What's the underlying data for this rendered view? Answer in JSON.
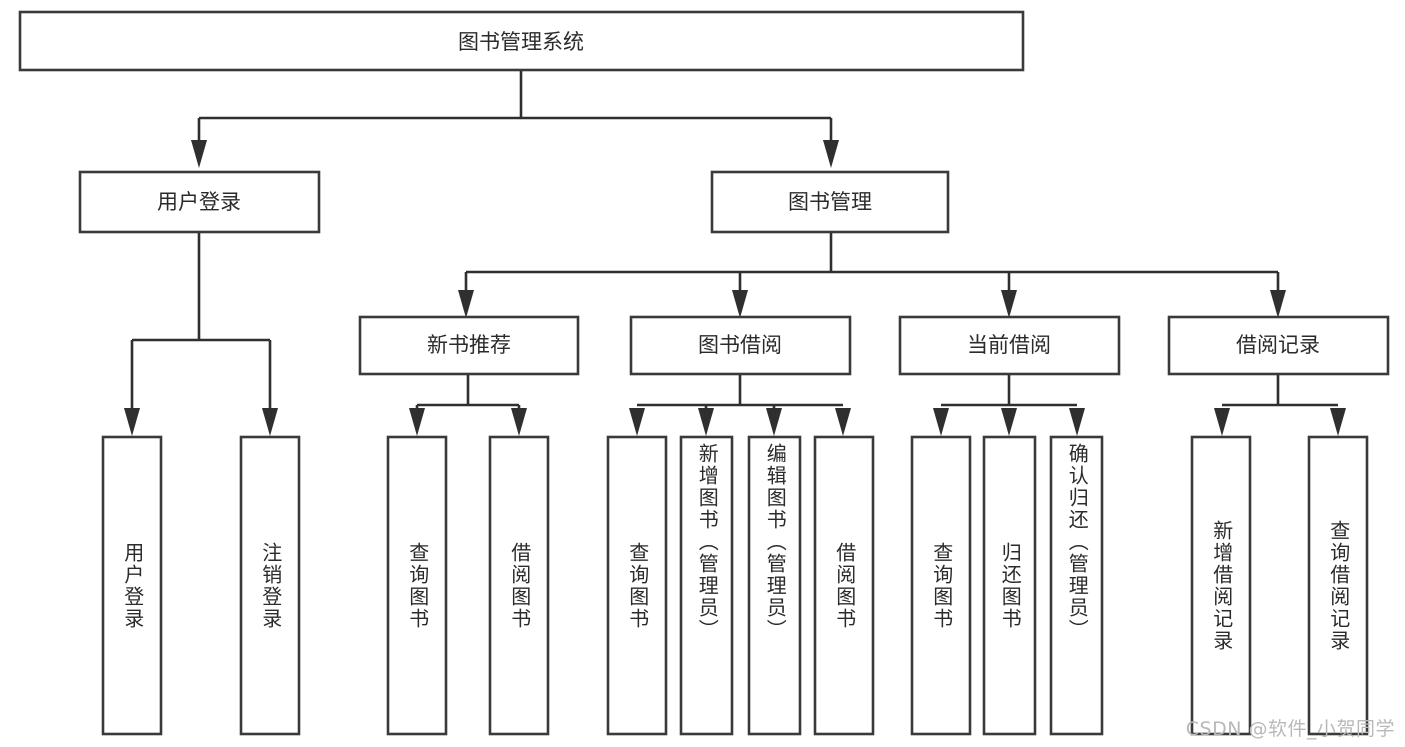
{
  "diagram": {
    "type": "tree-hierarchy",
    "orientation": "top-down",
    "title_node": {
      "label": "图书管理系统"
    },
    "level1": [
      {
        "id": "user-login",
        "label": "用户登录"
      },
      {
        "id": "book-management",
        "label": "图书管理"
      }
    ],
    "level2": [
      {
        "id": "new-book-recommend",
        "label": "新书推荐",
        "parent": "book-management"
      },
      {
        "id": "book-borrow",
        "label": "图书借阅",
        "parent": "book-management"
      },
      {
        "id": "current-borrow",
        "label": "当前借阅",
        "parent": "book-management"
      },
      {
        "id": "borrow-record",
        "label": "借阅记录",
        "parent": "book-management"
      }
    ],
    "leaves": {
      "user-login": [
        {
          "id": "leaf-user-login",
          "label": "用户登录"
        },
        {
          "id": "leaf-logout",
          "label": "注销登录"
        }
      ],
      "new-book-recommend": [
        {
          "id": "leaf-query-book-1",
          "label": "查询图书"
        },
        {
          "id": "leaf-borrow-book-1",
          "label": "借阅图书"
        }
      ],
      "book-borrow": [
        {
          "id": "leaf-query-book-2",
          "label": "查询图书"
        },
        {
          "id": "leaf-add-book",
          "label": "新增图书（管理员）"
        },
        {
          "id": "leaf-edit-book",
          "label": "编辑图书（管理员）"
        },
        {
          "id": "leaf-borrow-book-2",
          "label": "借阅图书"
        }
      ],
      "current-borrow": [
        {
          "id": "leaf-query-book-3",
          "label": "查询图书"
        },
        {
          "id": "leaf-return-book",
          "label": "归还图书"
        },
        {
          "id": "leaf-confirm-return",
          "label": "确认归还（管理员）"
        }
      ],
      "borrow-record": [
        {
          "id": "leaf-add-record",
          "label": "新增借阅记录"
        },
        {
          "id": "leaf-query-record",
          "label": "查询借阅记录"
        }
      ]
    }
  },
  "watermark": {
    "text": "CSDN @软件_小贺同学"
  },
  "colors": {
    "box_stroke": "#3a3a3a",
    "connector": "#2f2f2f",
    "text": "#2b2b2b",
    "background": "#ffffff",
    "watermark": "#b9b9b9"
  }
}
